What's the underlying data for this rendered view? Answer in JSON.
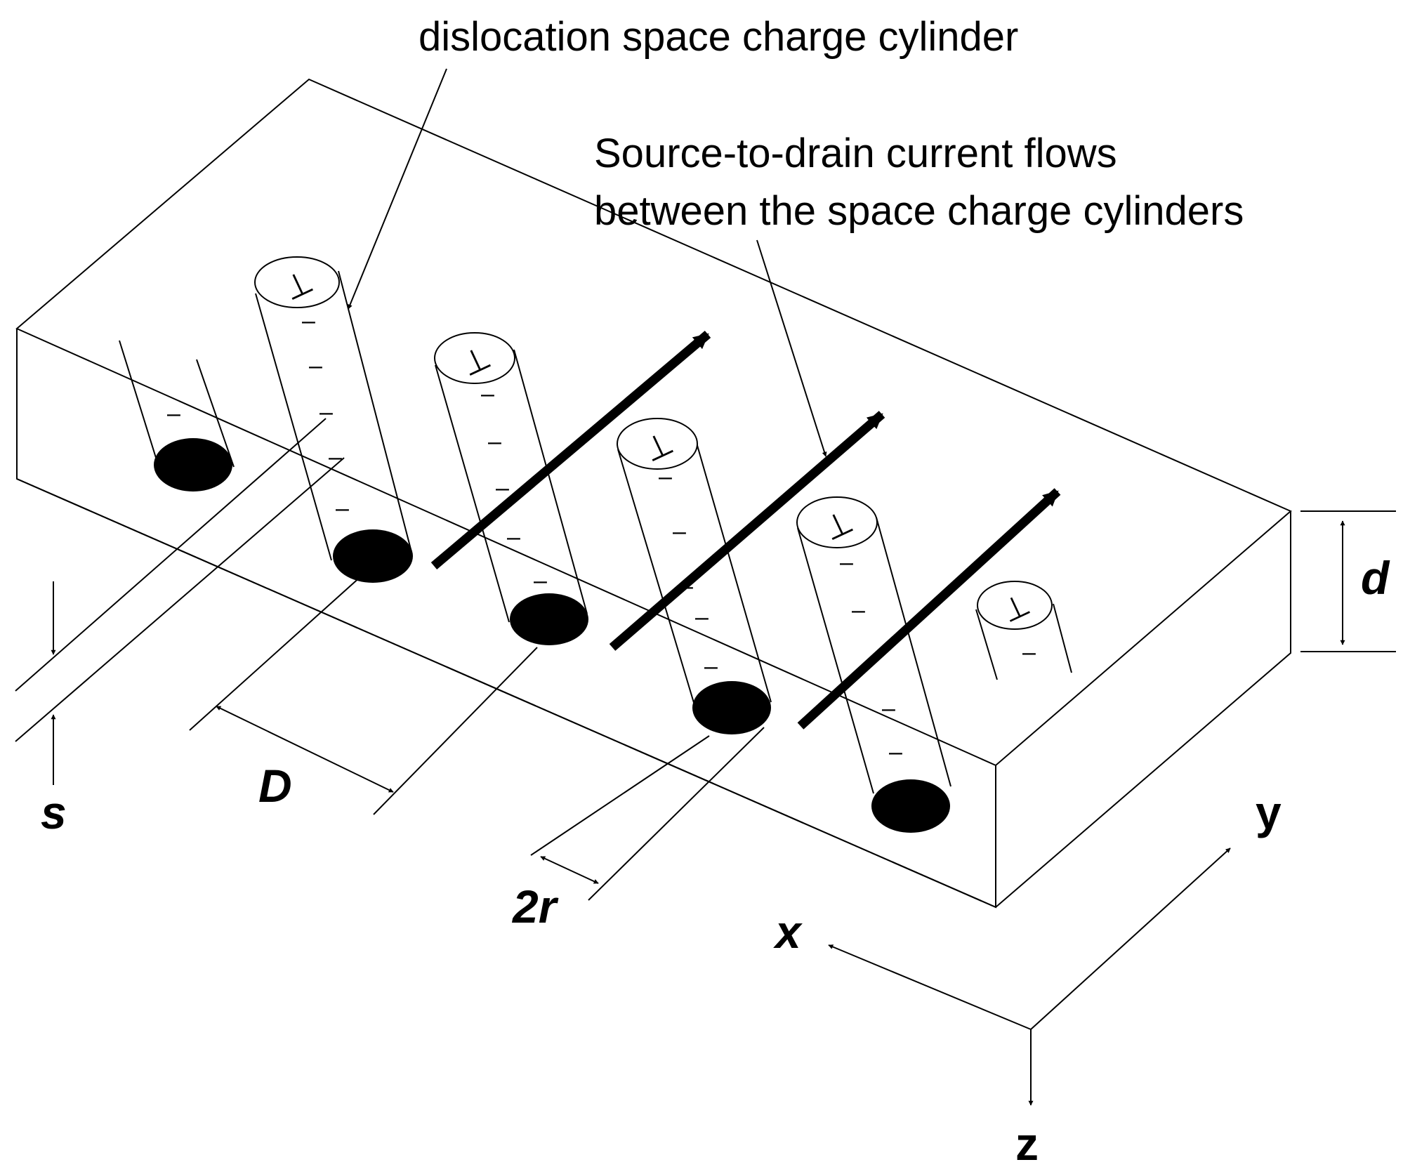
{
  "labels": {
    "cylinder": "dislocation space charge cylinder",
    "current_line1": "Source-to-drain current flows",
    "current_line2": "between the space charge cylinders"
  },
  "symbols": {
    "s": "s",
    "D": "D",
    "two_r": "2r",
    "d": "d"
  },
  "axes": {
    "x": "x",
    "y": "y",
    "z": "z"
  },
  "dislocation_symbol": "⊥",
  "charge_sign": "–",
  "colors": {
    "line": "#000000",
    "background": "#ffffff",
    "core": "#000000"
  }
}
